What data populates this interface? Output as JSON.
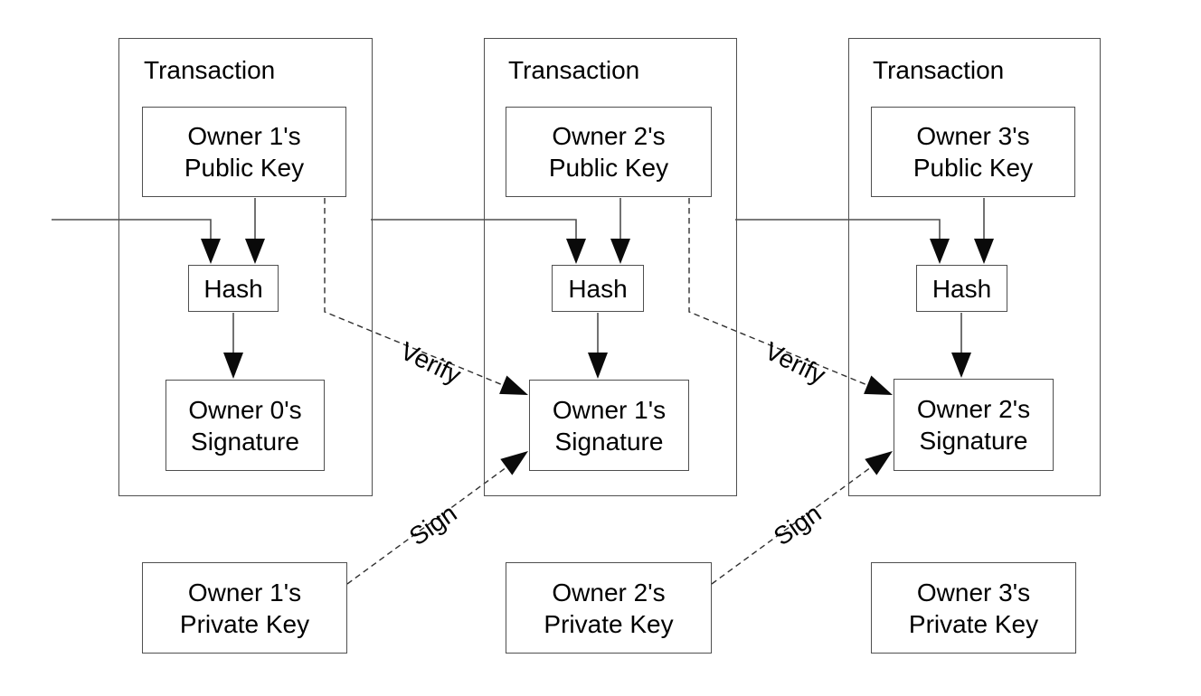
{
  "colors": {
    "background": "#ffffff",
    "ink": "#000000",
    "line": "#4f4f4f",
    "dashed_line": "#2f2f2f",
    "arrowhead": "#0a0a0a"
  },
  "transactions": [
    {
      "title": "Transaction",
      "public_key": "Owner 1's\nPublic Key",
      "hash_label": "Hash",
      "signature": "Owner 0's\nSignature",
      "private_key": "Owner 1's\nPrivate Key"
    },
    {
      "title": "Transaction",
      "public_key": "Owner 2's\nPublic Key",
      "hash_label": "Hash",
      "signature": "Owner 1's\nSignature",
      "private_key": "Owner 2's\nPrivate Key"
    },
    {
      "title": "Transaction",
      "public_key": "Owner 3's\nPublic Key",
      "hash_label": "Hash",
      "signature": "Owner 2's\nSignature",
      "private_key": "Owner 3's\nPrivate Key"
    }
  ],
  "edge_labels": {
    "verify": "Verify",
    "sign": "Sign"
  }
}
